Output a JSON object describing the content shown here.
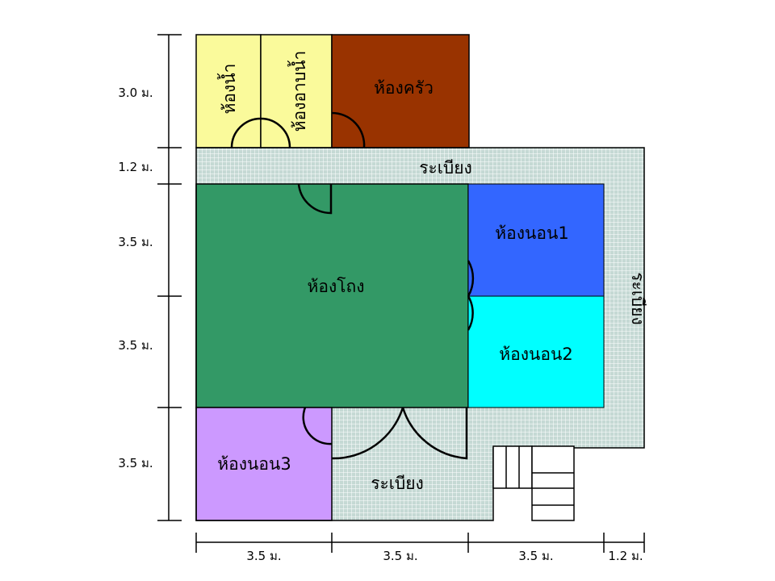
{
  "rooms": {
    "bathroom": {
      "label": "ห้องน้ำ",
      "color": "#fafa9b"
    },
    "washroom": {
      "label": "ห้องอาบน้ำ",
      "color": "#fafa9b"
    },
    "kitchen": {
      "label": "ห้องครัว",
      "color": "#993300"
    },
    "living": {
      "label": "ห้องโถง",
      "color": "#339966"
    },
    "bedroom1": {
      "label": "ห้องนอน1",
      "color": "#3366ff"
    },
    "bedroom2": {
      "label": "ห้องนอน2",
      "color": "#00ffff"
    },
    "bedroom3": {
      "label": "ห้องนอน3",
      "color": "#cc99ff"
    }
  },
  "porch": {
    "label": "ระเบียง",
    "color": "#c5d9d4",
    "grid_color": "#ffffff",
    "top_label": "ระเบียง",
    "right_label": "ระเบียง",
    "bottom_label": "ระเบียง"
  },
  "dimensions": {
    "left": [
      "3.0 ม.",
      "1.2 ม.",
      "3.5 ม.",
      "3.5 ม.",
      "3.5 ม."
    ],
    "bottom": [
      "3.5 ม.",
      "3.5 ม.",
      "3.5 ม.",
      "1.2 ม."
    ]
  }
}
